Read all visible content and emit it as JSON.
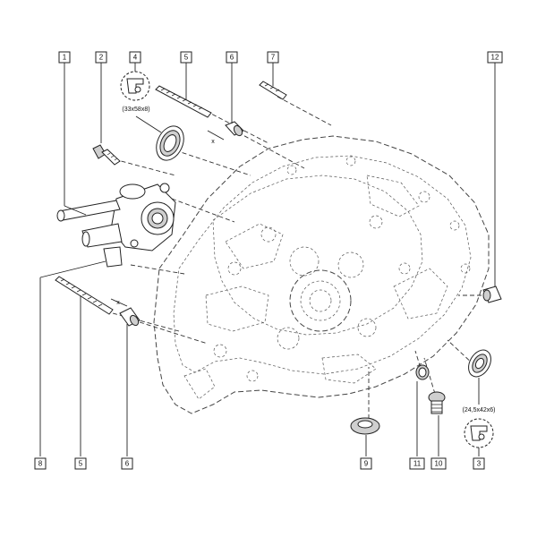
{
  "callouts": {
    "c1": "1",
    "c2": "2",
    "c3": "3",
    "c4": "4",
    "c5_top": "5",
    "c5_bottom": "5",
    "c6_top": "6",
    "c6_bottom": "6",
    "c7": "7",
    "c8": "8",
    "c9": "9",
    "c10": "10",
    "c11": "11",
    "c12": "12"
  },
  "dimensions": {
    "seal_4": "(33x58x8)",
    "seal_3": "(24,5x42x6)"
  },
  "markers": {
    "x_top": "x",
    "x_bottom": "x"
  }
}
